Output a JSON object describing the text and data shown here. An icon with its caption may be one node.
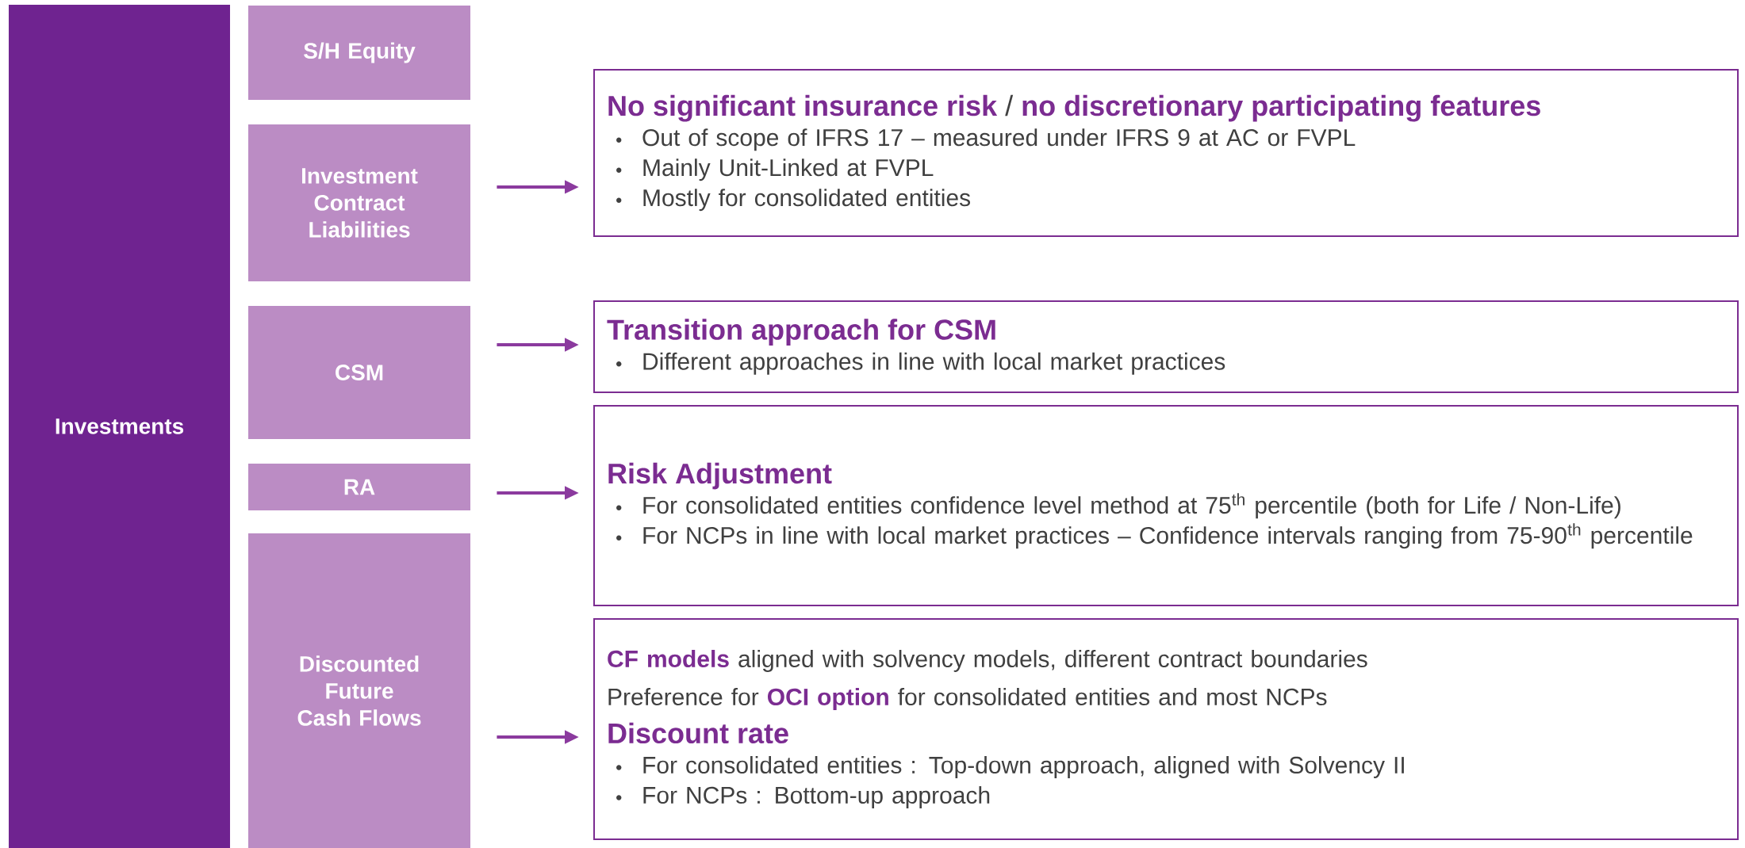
{
  "diagram": {
    "nodes": [
      {
        "text": [
          "Investments"
        ]
      },
      {
        "text": [
          "S/H Equity"
        ]
      },
      {
        "text": [
          "Investment Contract Liabilities"
        ]
      },
      {
        "text": [
          "CSM"
        ]
      },
      {
        "text": [
          "RA"
        ]
      },
      {
        "text": [
          "Discounted Future Cash Flows"
        ]
      },
      {
        "text": [
          "**No significant insurance risk** / **no discretionary participating features**",
          "Out of scope of IFRS 17 – measured under IFRS 9 at AC or FVPL",
          "Mainly Unit-Linked at FVPL",
          "Mostly for consolidated entities"
        ]
      },
      {
        "text": [
          "Transition approach for CSM",
          "Different approaches in line with local market practices"
        ]
      },
      {
        "text": [
          "Risk Adjustment",
          "For consolidated entities confidence level method at 75$^{th}$ percentile (both for Life / Non-Life)",
          "For NCPs in line with local market practices – Confidence intervals ranging from 75-90$^{th}$ percentile"
        ]
      },
      {
        "text": [
          "**CF models** aligned with solvency models, different contract boundaries",
          "Preference for **OCI option** for consolidated entities and most NCPs",
          "Discount rate",
          "For consolidated entities : Top-down approach, aligned with Solvency II",
          "For NCPs : Bottom-up approach"
        ]
      }
    ],
    "edges": [
      {
        "from": 2,
        "to": 6,
        "arrow": "to"
      },
      {
        "from": 3,
        "to": 7,
        "arrow": "to"
      },
      {
        "from": 4,
        "to": 8,
        "arrow": "to"
      },
      {
        "from": 5,
        "to": 9,
        "arrow": "to"
      }
    ]
  }
}
